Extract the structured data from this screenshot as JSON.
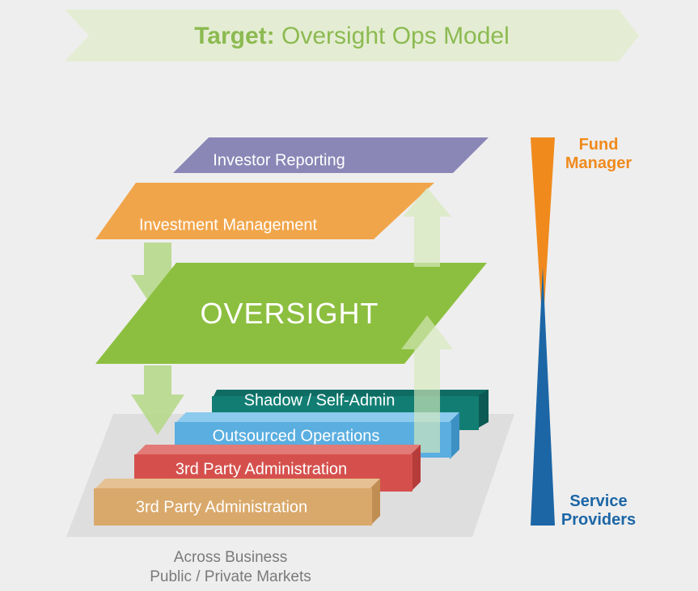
{
  "banner": {
    "title_bold": "Target:",
    "title_rest": "Oversight Ops Model"
  },
  "layers": {
    "investor_reporting": "Investor Reporting",
    "investment_management": "Investment Management",
    "oversight": "OVERSIGHT"
  },
  "blocks": {
    "shadow": "Shadow / Self-Admin",
    "outsourced": "Outsourced Operations",
    "third_party_1": "3rd Party Administration",
    "third_party_2": "3rd Party Administration"
  },
  "scale": {
    "top_label_line1": "Fund",
    "top_label_line2": "Manager",
    "bottom_label_line1": "Service",
    "bottom_label_line2": "Providers"
  },
  "footer": {
    "line1": "Across Business",
    "line2": "Public / Private Markets"
  },
  "colors": {
    "banner": "#e4edd3",
    "title": "#8cba51",
    "investor_reporting": "#8a86b6",
    "investment_management": "#f1a54a",
    "oversight": "#8cbf3f",
    "arrow": "#b6d88a",
    "shadow_block": "#127e73",
    "outsourced_block": "#5aaee0",
    "third_party_1_block": "#d5504d",
    "third_party_2_block": "#d9a96b",
    "fund_manager": "#f08a1c",
    "service_providers": "#1c66a6"
  }
}
